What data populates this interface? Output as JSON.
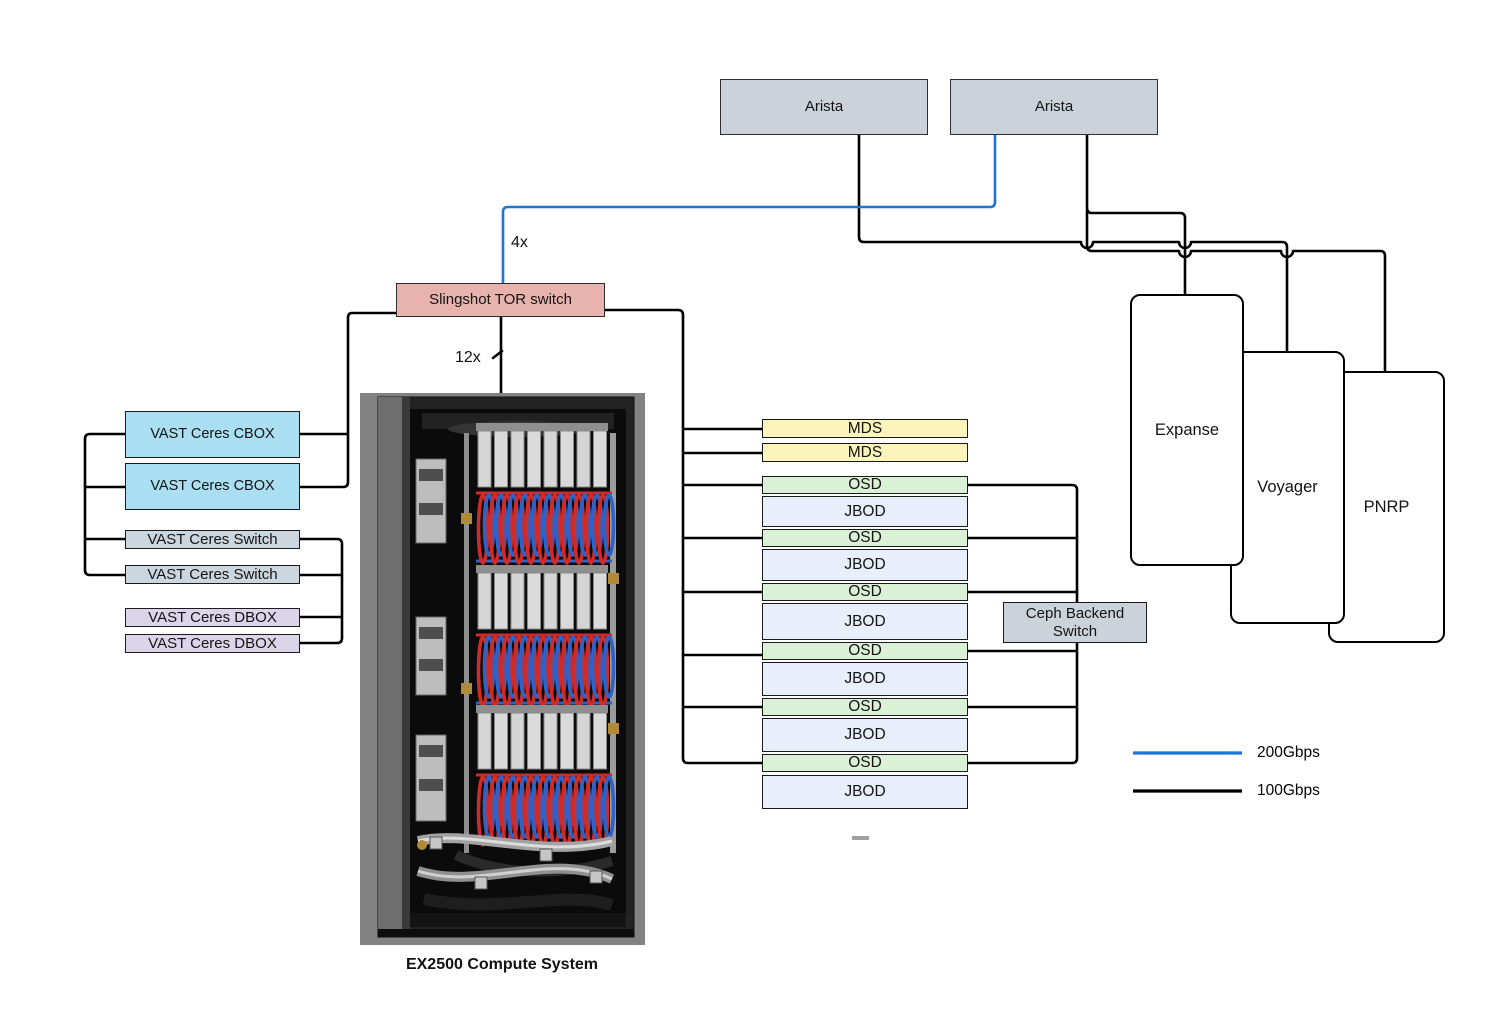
{
  "nodes": {
    "arista_left": "Arista",
    "arista_right": "Arista",
    "tor_switch": "Slingshot TOR switch",
    "vast_cbox_1": "VAST Ceres CBOX",
    "vast_cbox_2": "VAST Ceres CBOX",
    "vast_switch_1": "VAST Ceres Switch",
    "vast_switch_2": "VAST Ceres Switch",
    "vast_dbox_1": "VAST Ceres DBOX",
    "vast_dbox_2": "VAST Ceres DBOX",
    "ceph_backend_switch": "Ceph Backend Switch",
    "expanse": "Expanse",
    "voyager": "Voyager",
    "pnrp": "PNRP"
  },
  "stack": {
    "rows": [
      {
        "label": "MDS"
      },
      {
        "label": "MDS"
      },
      {
        "label": "OSD"
      },
      {
        "label": "JBOD"
      },
      {
        "label": "OSD"
      },
      {
        "label": "JBOD"
      },
      {
        "label": "OSD"
      },
      {
        "label": "JBOD"
      },
      {
        "label": "OSD"
      },
      {
        "label": "JBOD"
      },
      {
        "label": "OSD"
      },
      {
        "label": "JBOD"
      },
      {
        "label": "OSD"
      },
      {
        "label": "JBOD"
      }
    ]
  },
  "edge_labels": {
    "tor_uplink": "4x",
    "tor_to_compute": "12x"
  },
  "rack": {
    "caption": "EX2500 Compute System"
  },
  "legend": {
    "items": [
      {
        "label": "200Gbps",
        "color": "#1f74d4"
      },
      {
        "label": "100Gbps",
        "color": "#000000"
      }
    ]
  },
  "palette": {
    "arista": "#ccd2d9",
    "tor": "#e8b3ad",
    "cbox": "#aadff2",
    "vswitch": "#ccd6de",
    "dbox": "#dcd4e8",
    "mds": "#fbf4bb",
    "osd": "#daf1d6",
    "jbod": "#e8effb",
    "ceph": "#ccd2d9"
  }
}
